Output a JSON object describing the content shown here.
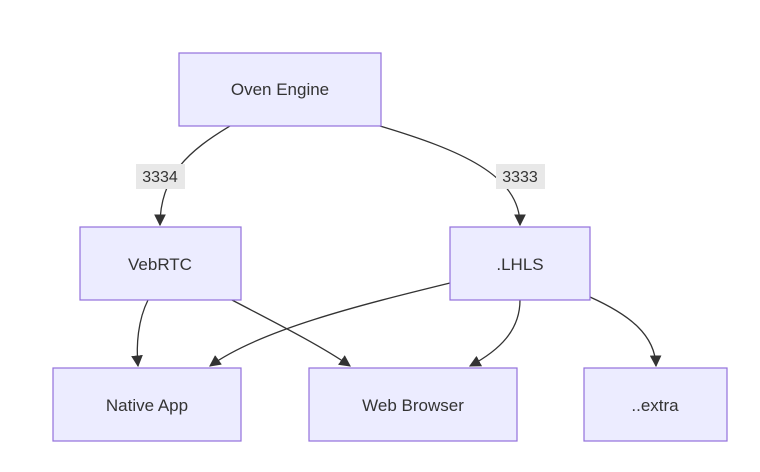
{
  "nodes": {
    "oven_engine": "Oven Engine",
    "webrtc": "VebRTC",
    "llhls": ".LHLS",
    "native_app": "Native App",
    "web_browser": "Web Browser",
    "extra": "..extra"
  },
  "edge_labels": {
    "engine_to_webrtc": "3334",
    "engine_to_llhls": "3333"
  },
  "colors": {
    "node_fill": "#ECECFF",
    "node_stroke": "#9370DB",
    "edge": "#333333",
    "label_bg": "#e8e8e8"
  }
}
